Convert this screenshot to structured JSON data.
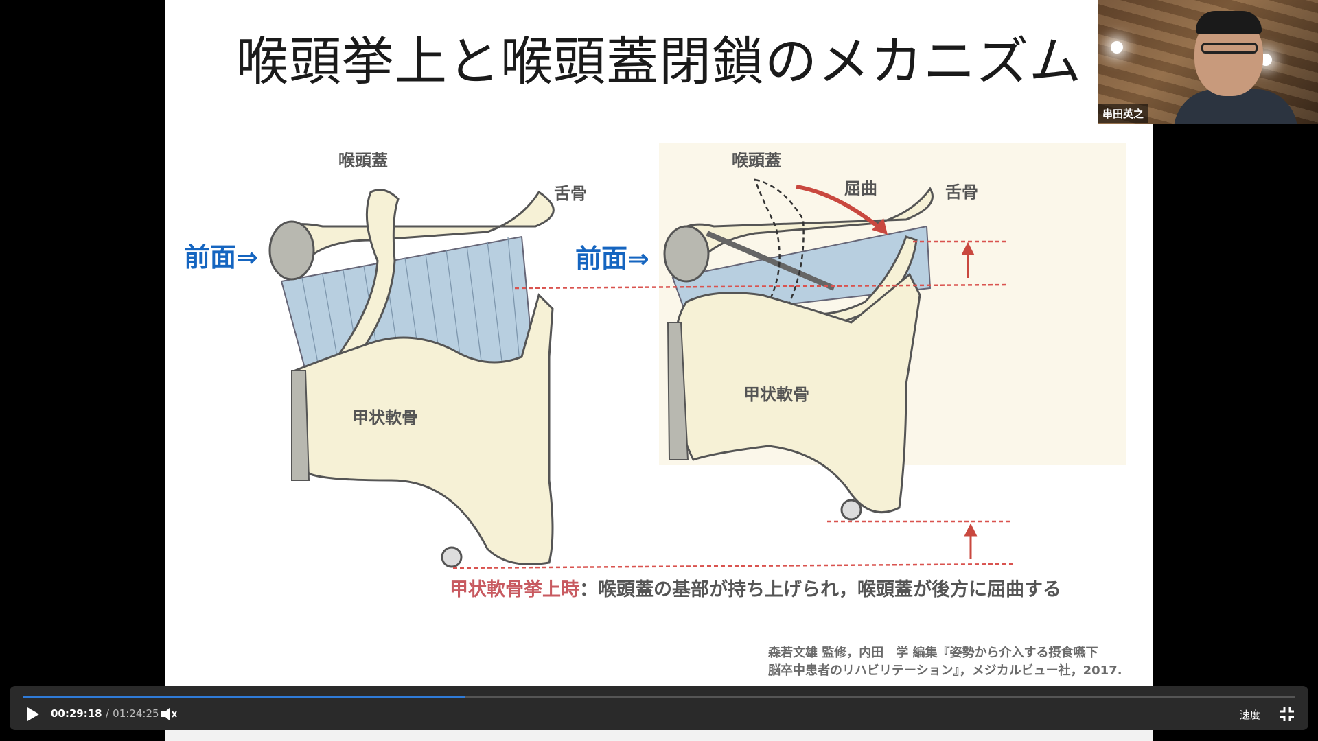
{
  "slide": {
    "title": "喉頭挙上と喉頭蓋閉鎖のメカニズム",
    "left_figure": {
      "front": "前面⇒",
      "epiglottis": "喉頭蓋",
      "hyoid": "舌骨",
      "thyroid": "甲状軟骨"
    },
    "right_figure": {
      "front": "前面⇒",
      "epiglottis": "喉頭蓋",
      "flexion": "屈曲",
      "hyoid": "舌骨",
      "thyroid": "甲状軟骨"
    },
    "caption_highlight": "甲状軟骨挙上時",
    "caption_rest": "：喉頭蓋の基部が持ち上げられ，喉頭蓋が後方に屈曲する",
    "citation_line1": "森若文雄 監修，内田　学 編集『姿勢から介入する摂食嚥下",
    "citation_line2": "脳卒中患者のリハビリテーション』，メジカルビュー社，2017."
  },
  "webcam": {
    "participant_name": "串田英之"
  },
  "player": {
    "progress_fraction": 0.347,
    "current_time": "00:29:18",
    "separator": "/",
    "total_time": "01:24:25",
    "speed_label": "速度",
    "accent_color": "#2f7bd8"
  },
  "colors": {
    "front_label": "#1565c0",
    "caption_highlight": "#c85a60",
    "guide_line": "#d9534f",
    "cartilage_fill": "#f6f1d6",
    "membrane_fill": "#b8cfe0"
  }
}
